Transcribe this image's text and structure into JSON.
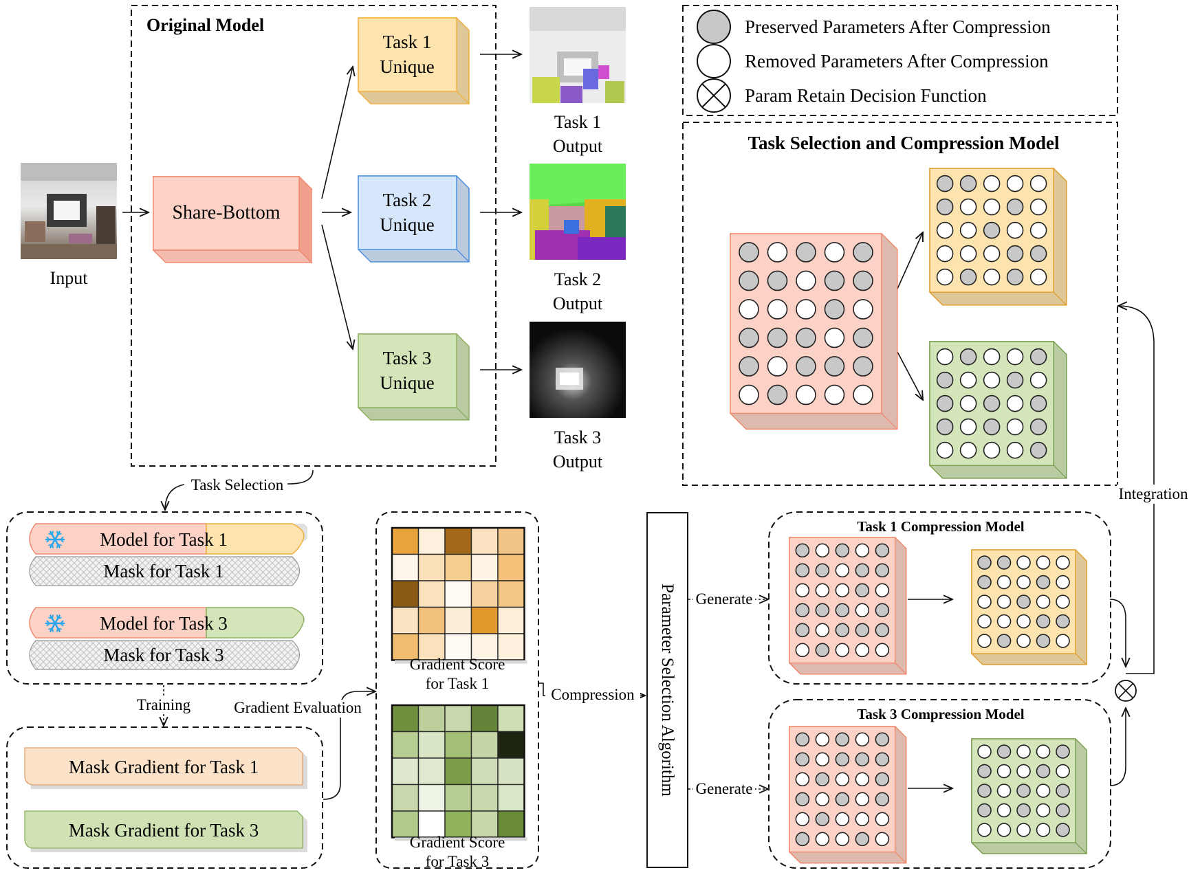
{
  "input": {
    "label": "Input"
  },
  "original_model": {
    "title": "Original Model",
    "share_bottom": "Share-Bottom",
    "task1": {
      "line1": "Task 1",
      "line2": "Unique",
      "color": "#fde3ad",
      "accent": "#f0b040"
    },
    "task2": {
      "line1": "Task 2",
      "line2": "Unique",
      "color": "#d6e7fb",
      "accent": "#4a8fe0"
    },
    "task3": {
      "line1": "Task 3",
      "line2": "Unique",
      "color": "#d3e5b9",
      "accent": "#8cb060"
    },
    "share_color": "#fcd2c6",
    "share_accent": "#f08a70"
  },
  "outputs": {
    "task1": {
      "line1": "Task 1",
      "line2": "Output"
    },
    "task2": {
      "line1": "Task 2",
      "line2": "Output"
    },
    "task3": {
      "line1": "Task 3",
      "line2": "Output"
    }
  },
  "legend": {
    "preserved": "Preserved Parameters After Compression",
    "removed": "Removed Parameters After Compression",
    "decision": "Param Retain Decision Function"
  },
  "selection_model": {
    "title": "Task Selection and Compression Model"
  },
  "labels": {
    "task_selection": "Task Selection",
    "training": "Training",
    "gradient_evaluation": "Gradient Evaluation",
    "compression": "Compression",
    "integration": "Integration",
    "generate": "Generate",
    "algorithm": "Parameter Selection Algorithm"
  },
  "pills": {
    "model_task1": "Model for Task 1",
    "mask_task1": "Mask for Task 1",
    "model_task3": "Model for Task 3",
    "mask_task3": "Mask for Task 3",
    "snowflake_icon": "snowflake-icon"
  },
  "mask_gradients": {
    "task1": "Mask Gradient for Task 1",
    "task3": "Mask Gradient for Task 3"
  },
  "gradient_scores": {
    "task1": {
      "line1": "Gradient Score",
      "line2": "for Task 1"
    },
    "task3": {
      "line1": "Gradient Score",
      "line2": "for Task 3"
    }
  },
  "compression_models": {
    "task1": {
      "title": "Task 1 Compression Model"
    },
    "task3": {
      "title": "Task 3 Compression  Model"
    }
  }
}
